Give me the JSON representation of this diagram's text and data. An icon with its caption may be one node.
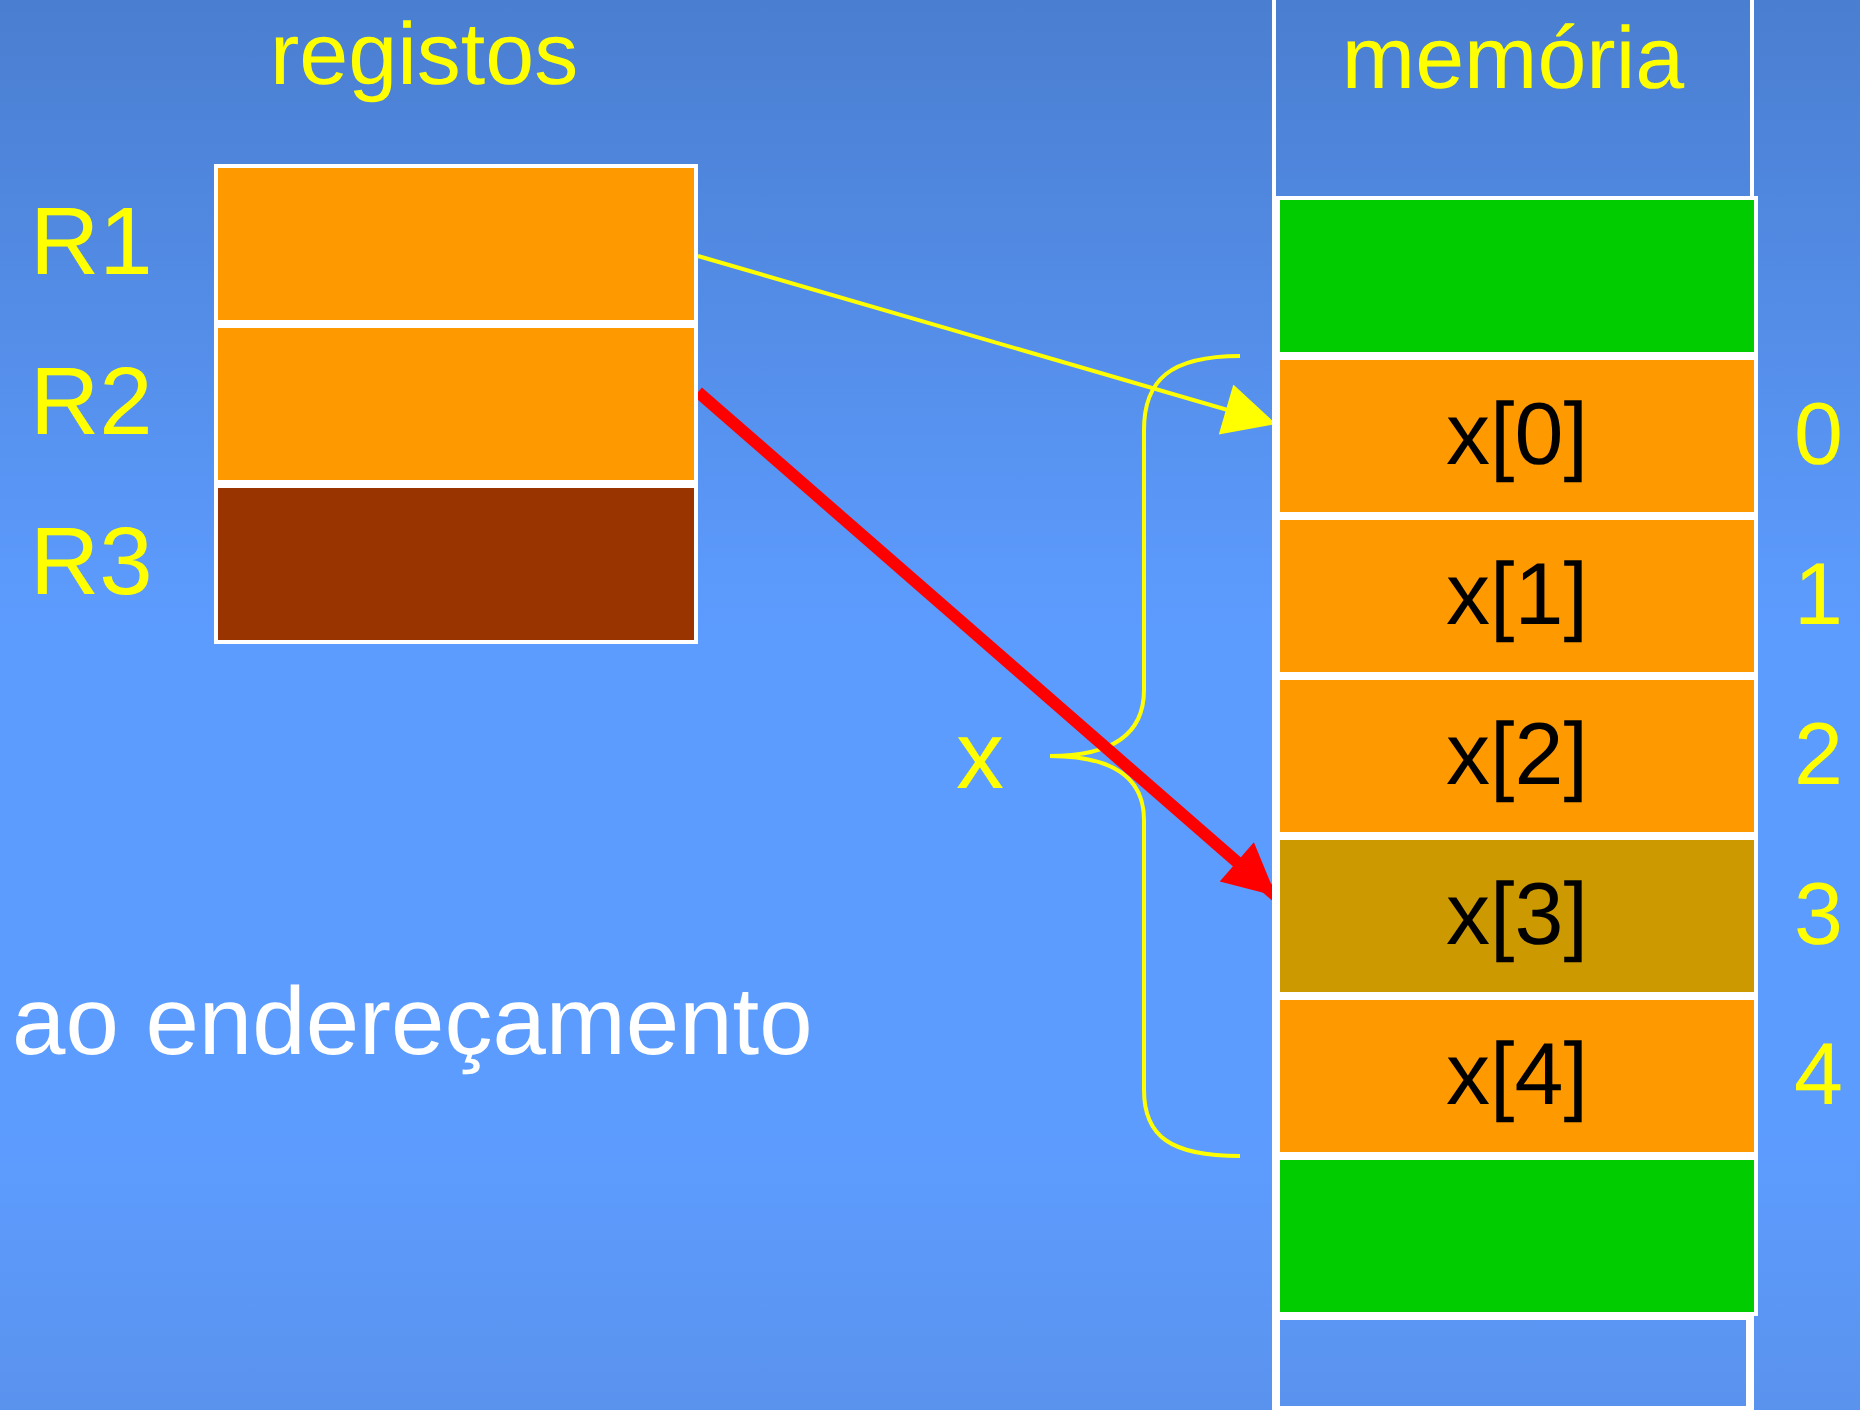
{
  "diagram": {
    "nodes": [
      {
        "text": [],
        "shape": "box",
        "beside": [
          "R1"
        ]
      },
      {
        "text": [],
        "shape": "box",
        "beside": [
          "R2"
        ]
      },
      {
        "text": [],
        "shape": "box",
        "beside": [
          "R3"
        ]
      },
      {
        "text": [
          "memória"
        ]
      },
      {
        "text": [],
        "shape": "box",
        "in": 3
      },
      {
        "text": [
          "x[0]"
        ],
        "in": 3,
        "beside": [
          "0"
        ]
      },
      {
        "text": [
          "x[1]"
        ],
        "in": 3,
        "beside": [
          "1"
        ]
      },
      {
        "text": [
          "x[2]"
        ],
        "in": 3,
        "beside": [
          "2"
        ]
      },
      {
        "text": [
          "x[3]"
        ],
        "in": 3,
        "beside": [
          "3"
        ]
      },
      {
        "text": [
          "x[4]"
        ],
        "in": 3,
        "beside": [
          "4"
        ]
      },
      {
        "text": [],
        "shape": "box",
        "in": 3
      },
      {
        "text": [],
        "shape": "box",
        "in": 3
      }
    ],
    "edges": [
      {
        "from": 0,
        "to": 5,
        "arrow": "to",
        "color": "#ffff00"
      },
      {
        "from": 1,
        "to": 8,
        "arrow": "to",
        "style": "thick",
        "color": "#ff0000"
      }
    ],
    "labels": [
      "registos",
      "x",
      "ao endereçamento"
    ]
  }
}
